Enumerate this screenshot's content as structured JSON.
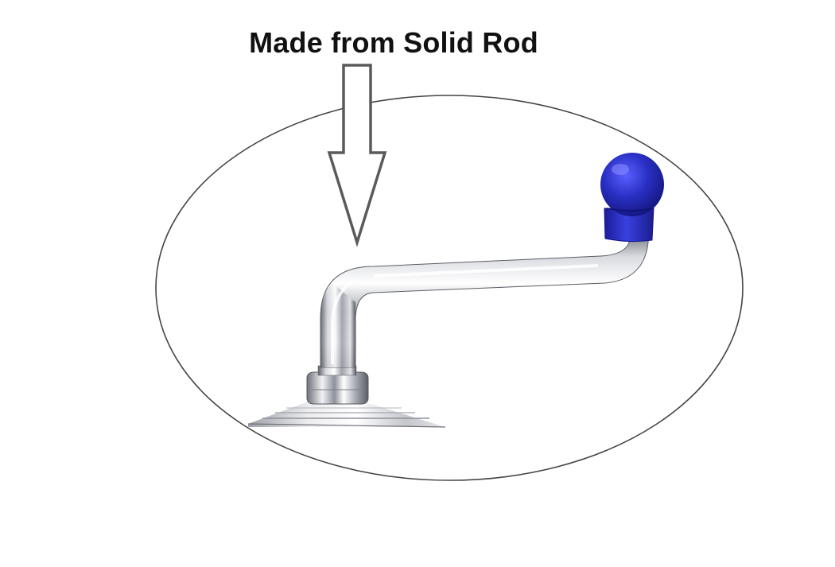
{
  "caption": {
    "text": "Made from Solid Rod"
  },
  "colors": {
    "background": "#ffffff",
    "caption_text": "#111111",
    "arrow_outline": "#5a5a5a",
    "ellipse_outline": "#444444",
    "chrome_light": "#f4f4f6",
    "chrome_mid": "#b9bcc4",
    "chrome_dark": "#4a4d55",
    "knob_blue": "#2a2fc4",
    "knob_blue_dark": "#14168a"
  },
  "icons": {
    "arrow": "down-arrow-outline-icon",
    "ellipse": "highlight-ellipse",
    "product": "chrome-crank-handle"
  }
}
